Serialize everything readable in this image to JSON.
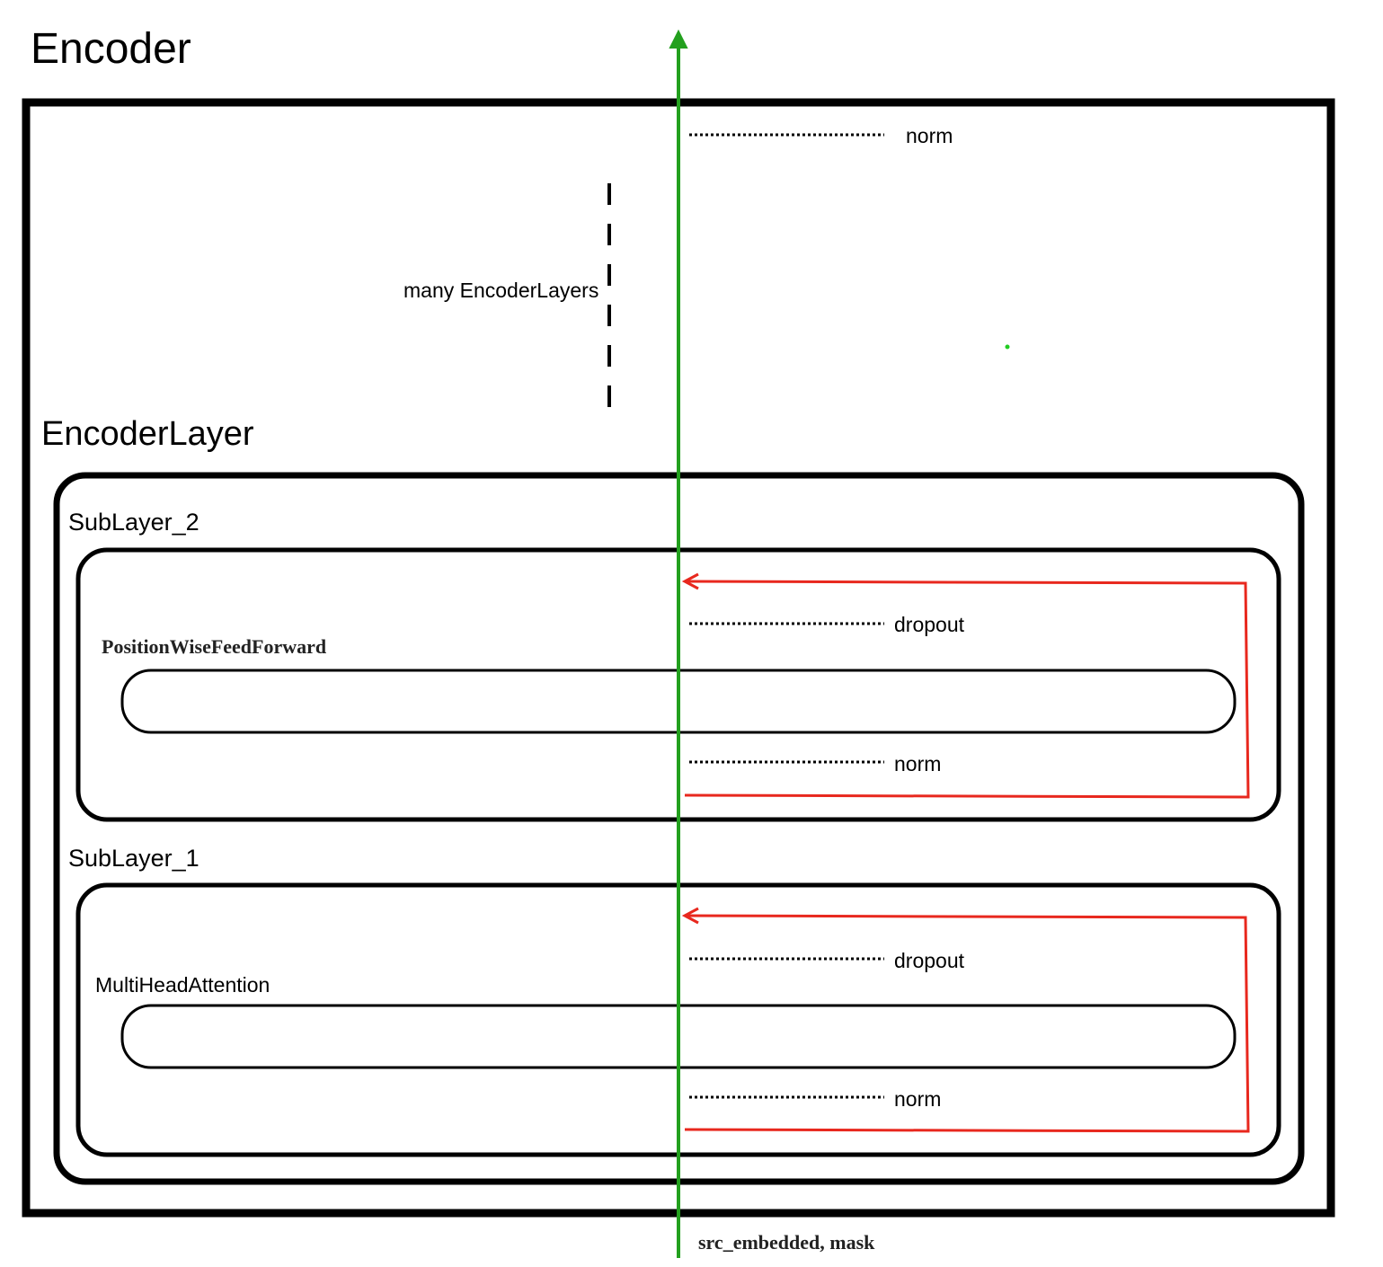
{
  "encoder": {
    "title": "Encoder",
    "norm_label": "norm",
    "repeat_label": "many EncoderLayers"
  },
  "encoder_layer": {
    "title": "EncoderLayer"
  },
  "sublayer_2": {
    "title": "SubLayer_2",
    "module_label": "PositionWiseFeedForward",
    "dropout_label": "dropout",
    "norm_label": "norm"
  },
  "sublayer_1": {
    "title": "SubLayer_1",
    "module_label": "MultiHeadAttention",
    "dropout_label": "dropout",
    "norm_label": "norm"
  },
  "input_label": "src_embedded, mask",
  "colors": {
    "data_flow": "#23a01e",
    "residual": "#e8281e",
    "outline": "#000000"
  }
}
